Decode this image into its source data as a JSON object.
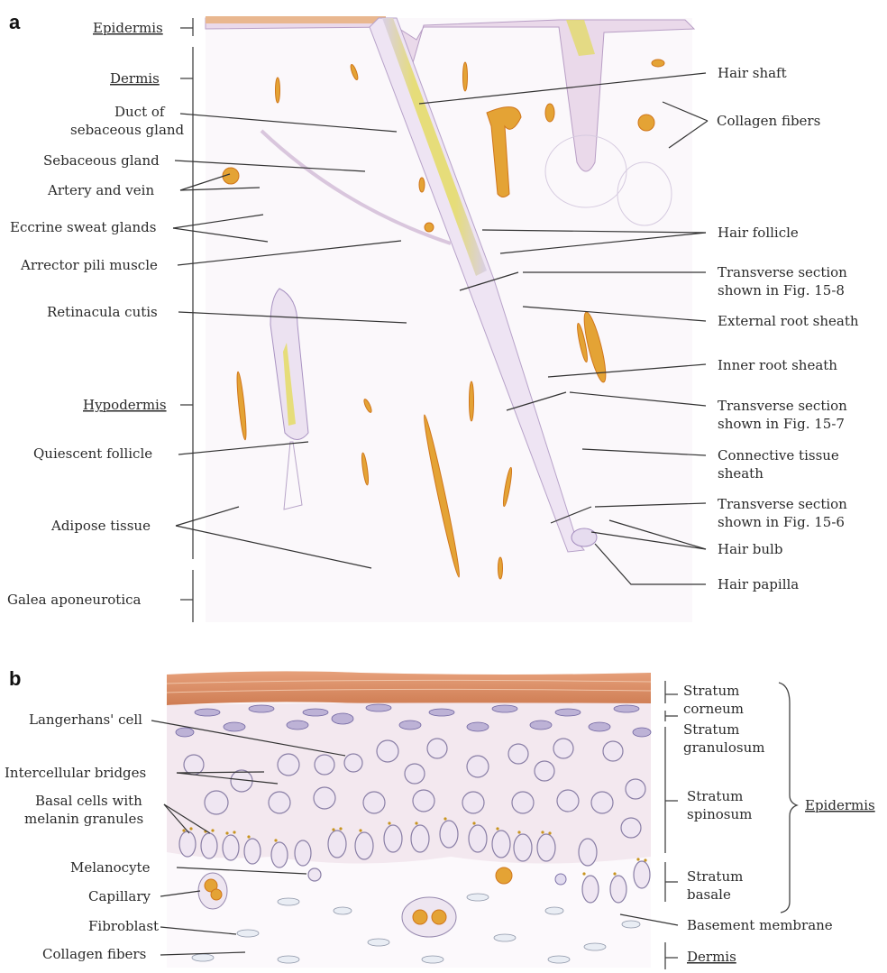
{
  "panels": {
    "a": "a",
    "b": "b"
  },
  "panel_a": {
    "left_labels": {
      "epidermis": "Epidermis",
      "dermis": "Dermis",
      "duct_line1": "Duct of",
      "duct_line2": "sebaceous gland",
      "sebaceous_gland": "Sebaceous gland",
      "artery_vein": "Artery and vein",
      "eccrine": "Eccrine sweat glands",
      "arrector": "Arrector pili muscle",
      "retinacula": "Retinacula cutis",
      "hypodermis": "Hypodermis",
      "quiescent": "Quiescent follicle",
      "adipose": "Adipose tissue",
      "galea": "Galea aponeurotica"
    },
    "right_labels": {
      "hair_shaft": "Hair shaft",
      "collagen": "Collagen fibers",
      "hair_follicle": "Hair follicle",
      "ts8_line1": "Transverse section",
      "ts8_line2": "shown in Fig. 15-8",
      "external_root": "External root sheath",
      "inner_root": "Inner root sheath",
      "ts7_line1": "Transverse section",
      "ts7_line2": "shown in Fig. 15-7",
      "connective_line1": "Connective tissue",
      "connective_line2": "sheath",
      "ts6_line1": "Transverse section",
      "ts6_line2": "shown in Fig. 15-6",
      "hair_bulb": "Hair bulb",
      "hair_papilla": "Hair papilla"
    }
  },
  "panel_b": {
    "left_labels": {
      "langerhans": "Langerhans' cell",
      "intercellular": "Intercellular bridges",
      "basal_line1": "Basal cells with",
      "basal_line2": "melanin granules",
      "melanocyte": "Melanocyte",
      "capillary": "Capillary",
      "fibroblast": "Fibroblast",
      "collagen": "Collagen fibers"
    },
    "right_labels": {
      "corneum_line1": "Stratum",
      "corneum_line2": "corneum",
      "granulosum_line1": "Stratum",
      "granulosum_line2": "granulosum",
      "spinosum_line1": "Stratum",
      "spinosum_line2": "spinosum",
      "basale_line1": "Stratum",
      "basale_line2": "basale",
      "epidermis": "Epidermis",
      "basement": "Basement membrane",
      "dermis": "Dermis"
    }
  },
  "colors": {
    "tissue_pink": "#f3e8ef",
    "nucleus_purple": "#bdb2d6",
    "fat_orange": "#e4a335",
    "hair_yellow": "#e2d96a",
    "corneum_orange": "#d98a5c"
  }
}
